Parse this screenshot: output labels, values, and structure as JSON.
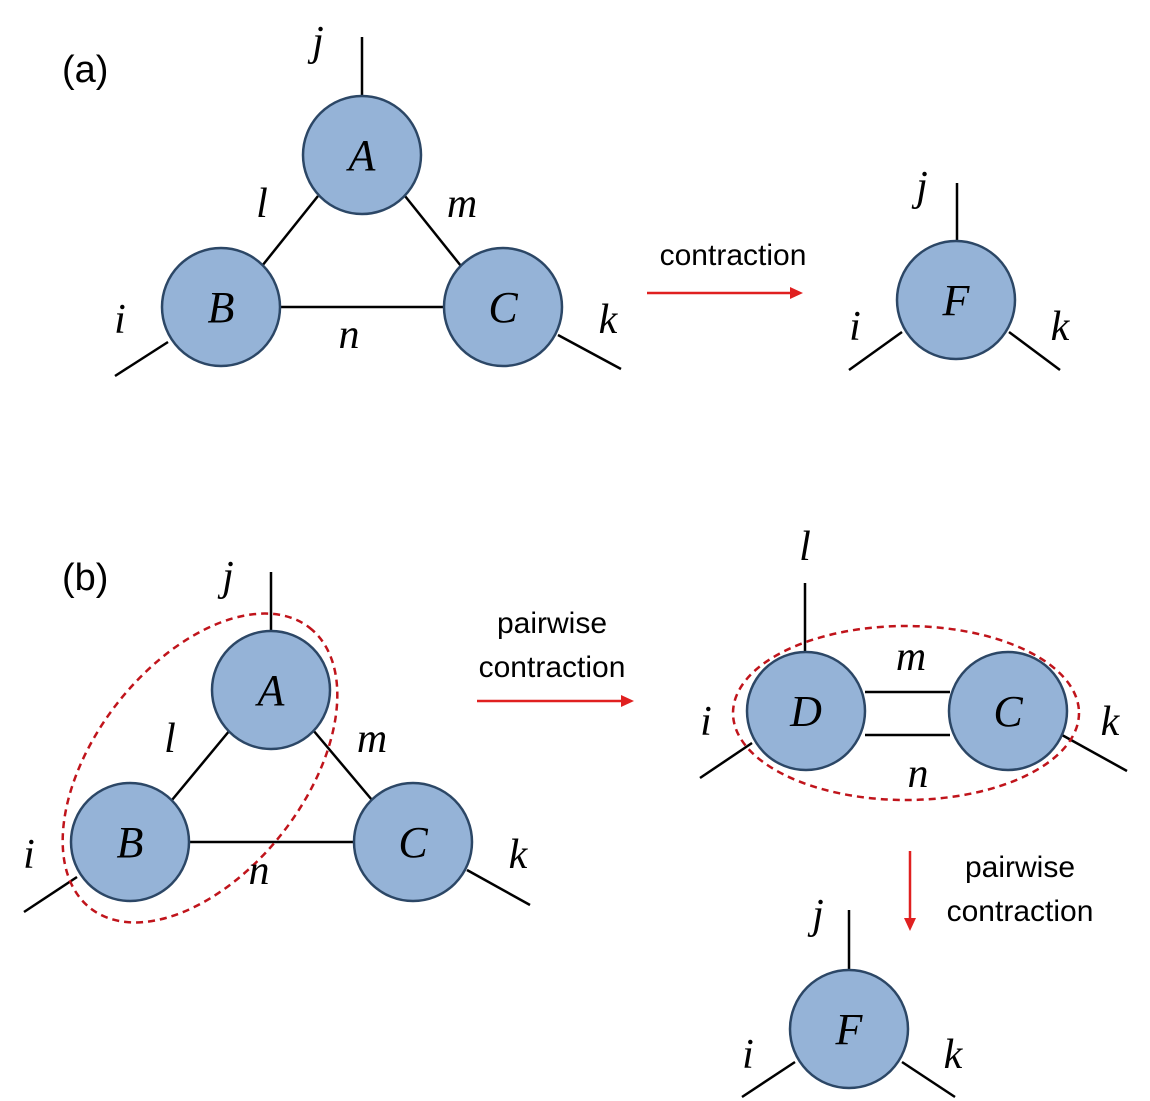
{
  "panels": {
    "a": {
      "label": "(a)",
      "nodes": {
        "A": "A",
        "B": "B",
        "C": "C",
        "F": "F"
      },
      "indices": {
        "j": "j",
        "l": "l",
        "m": "m",
        "n": "n",
        "i": "i",
        "k": "k",
        "f_j": "j",
        "f_i": "i",
        "f_k": "k"
      },
      "arrow_text": "contraction"
    },
    "b": {
      "label": "(b)",
      "nodes": {
        "A": "A",
        "B": "B",
        "C": "C",
        "D": "D",
        "C2": "C",
        "F": "F"
      },
      "indices": {
        "j": "j",
        "l": "l",
        "m": "m",
        "n": "n",
        "i": "i",
        "k": "k",
        "d_l": "l",
        "d_m": "m",
        "d_n": "n",
        "d_i": "i",
        "d_k": "k",
        "f_j": "j",
        "f_i": "i",
        "f_k": "k"
      },
      "arrow1_line1": "pairwise",
      "arrow1_line2": "contraction",
      "arrow2_line1": "pairwise",
      "arrow2_line2": "contraction"
    }
  },
  "colors": {
    "node_fill": "#95b3d7",
    "node_stroke": "#2c4766",
    "arrow": "#e02020",
    "group_outline": "#c0141b"
  }
}
